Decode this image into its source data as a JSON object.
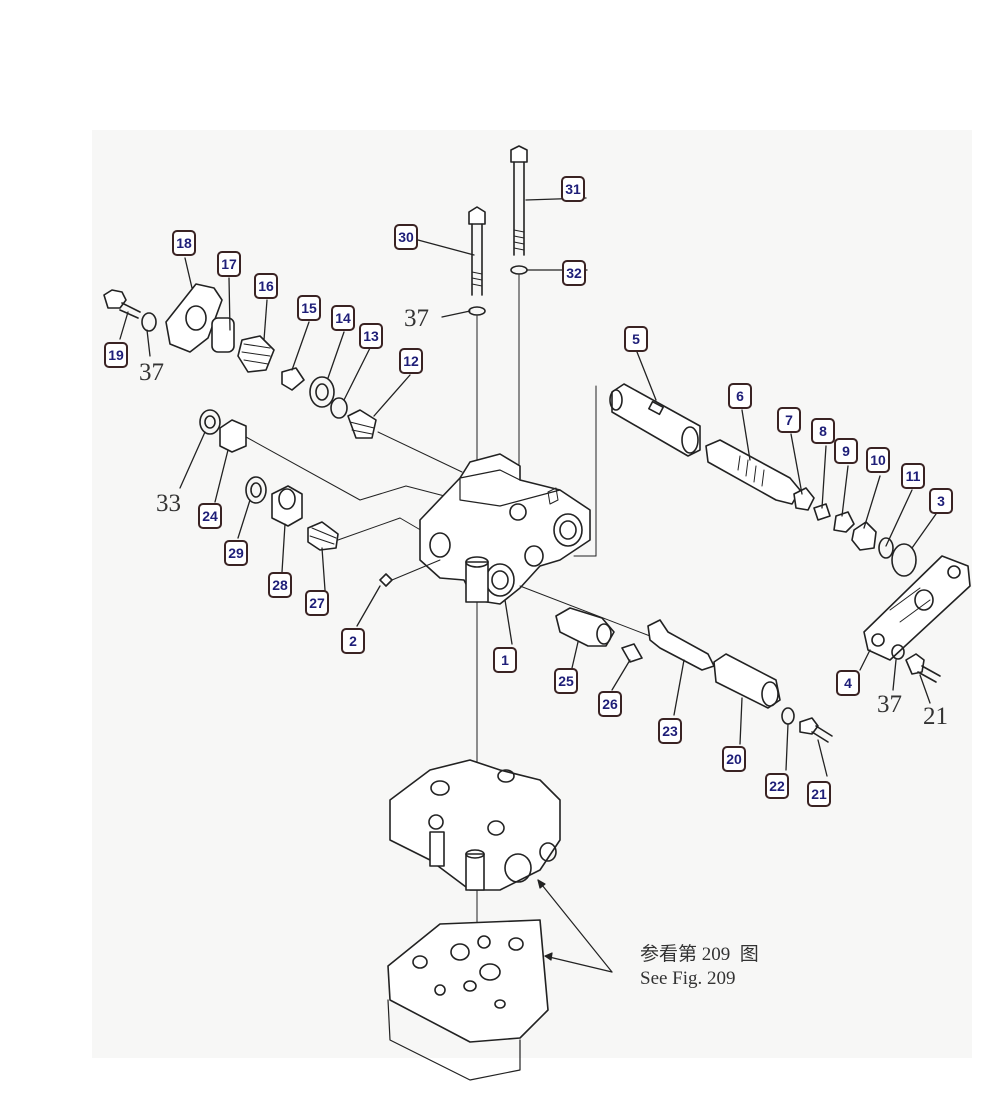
{
  "diagram": {
    "callouts": {
      "c1": "1",
      "c2": "2",
      "c3": "3",
      "c4": "4",
      "c5": "5",
      "c6": "6",
      "c7": "7",
      "c8": "8",
      "c9": "9",
      "c10": "10",
      "c11": "11",
      "c12": "12",
      "c13": "13",
      "c14": "14",
      "c15": "15",
      "c16": "16",
      "c17": "17",
      "c18": "18",
      "c19": "19",
      "c20": "20",
      "c21": "21",
      "c22": "22",
      "c23": "23",
      "c24": "24",
      "c25": "25",
      "c26": "26",
      "c27": "27",
      "c28": "28",
      "c29": "29",
      "c30": "30",
      "c31": "31",
      "c32": "32"
    },
    "plain_labels": {
      "l37a": "37",
      "l37b": "37",
      "l37c": "37",
      "l33": "33",
      "l21": "21"
    },
    "reference_note": {
      "cn": "参看第 209  图",
      "en": "See Fig. 209"
    }
  }
}
